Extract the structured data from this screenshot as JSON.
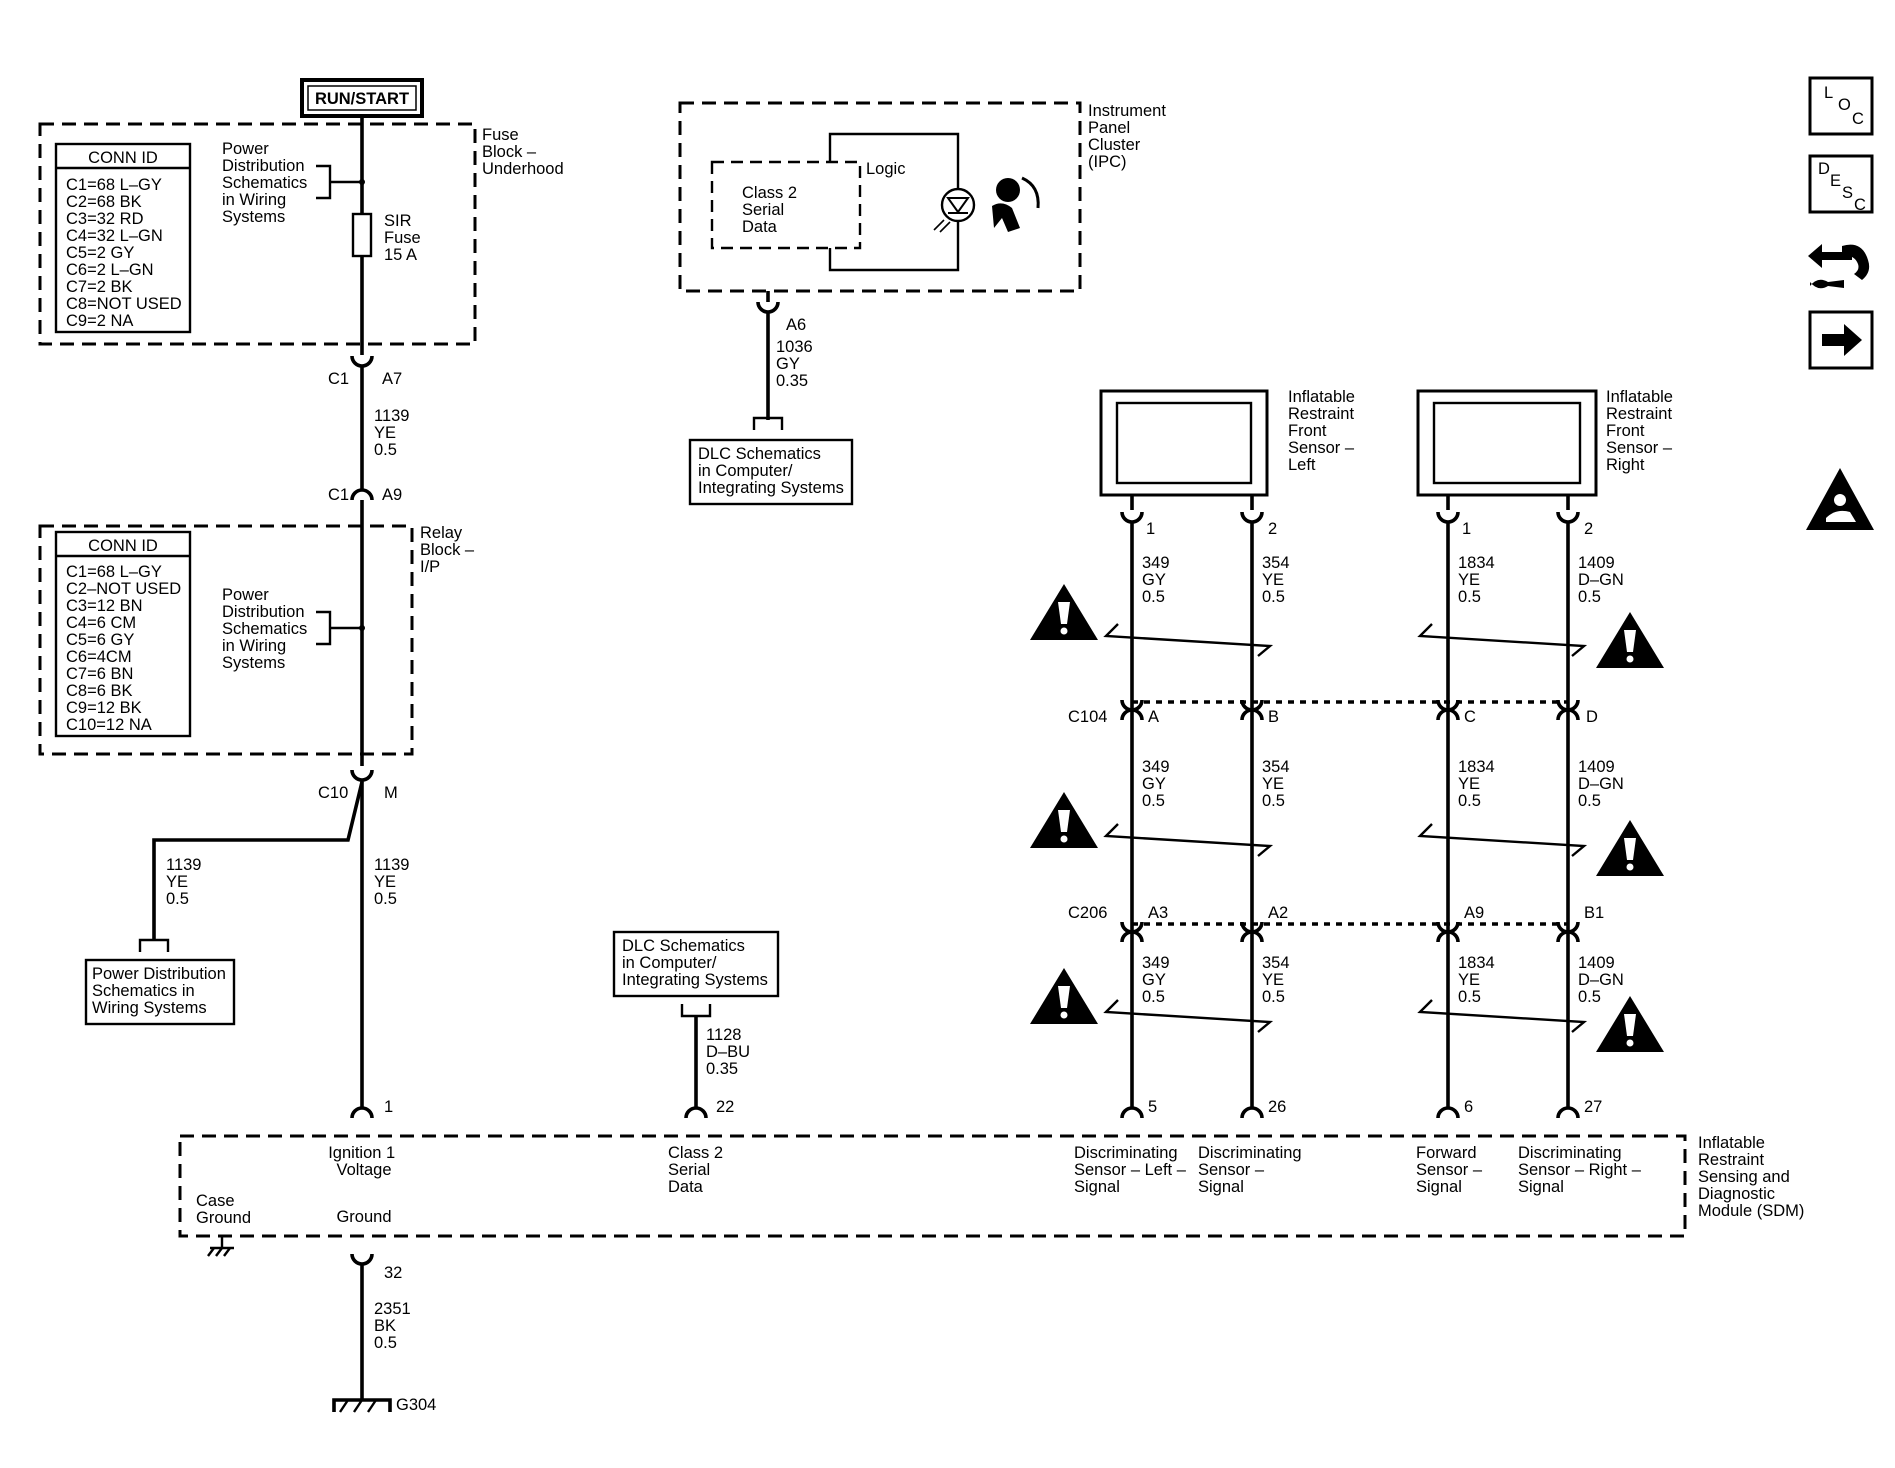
{
  "run_start": "RUN/START",
  "fuse_block": {
    "label": [
      "Fuse",
      "Block –",
      "Underhood"
    ],
    "conn_title": "CONN ID",
    "conn": [
      "C1=68 L–GY",
      "C2=68 BK",
      "C3=32 RD",
      "C4=32 L–GN",
      "C5=2 GY",
      "C6=2 L–GN",
      "C7=2 BK",
      "C8=NOT USED",
      "C9=2 NA"
    ],
    "power": [
      "Power",
      "Distribution",
      "Schematics",
      "in Wiring",
      "Systems"
    ],
    "fuse": [
      "SIR",
      "Fuse",
      "15 A"
    ]
  },
  "relay_block": {
    "label": [
      "Relay",
      "Block –",
      "I/P"
    ],
    "conn_title": "CONN ID",
    "conn": [
      "C1=68 L–GY",
      "C2–NOT USED",
      "C3=12 BN",
      "C4=6 CM",
      "C5=6 GY",
      "C6=4CM",
      "C7=6 BN",
      "C8=6 BK",
      "C9=12 BK",
      "C10=12 NA"
    ],
    "power": [
      "Power",
      "Distribution",
      "Schematics",
      "in Wiring",
      "Systems"
    ]
  },
  "main_wire": {
    "c1_top": {
      "conn": "C1",
      "pin": "A7"
    },
    "seg1": [
      "1139",
      "YE",
      "0.5"
    ],
    "c1_bottom": {
      "conn": "C1",
      "pin": "A9"
    },
    "c10": {
      "conn": "C10",
      "pin": "M"
    },
    "branch": [
      "1139",
      "YE",
      "0.5"
    ],
    "seg2": [
      "1139",
      "YE",
      "0.5"
    ],
    "pin_1": "1",
    "ground_pin": "32",
    "ground_wire": [
      "2351",
      "BK",
      "0.5"
    ],
    "ground_id": "G304"
  },
  "power_dist_box": [
    "Power Distribution",
    "Schematics in",
    "Wiring Systems"
  ],
  "ipc": {
    "label": [
      "Instrument",
      "Panel",
      "Cluster",
      "(IPC)"
    ],
    "logic": "Logic",
    "class2": [
      "Class 2",
      "Serial",
      "Data"
    ],
    "pin": "A6",
    "wire": [
      "1036",
      "GY",
      "0.35"
    ]
  },
  "dlc_top": [
    "DLC Schematics",
    "in Computer/",
    "Integrating Systems"
  ],
  "dlc_bottom": [
    "DLC Schematics",
    "in Computer/",
    "Integrating Systems"
  ],
  "dlc_wire": [
    "1128",
    "D–BU",
    "0.35"
  ],
  "dlc_pin": "22",
  "sensor_left": {
    "label": [
      "Inflatable",
      "Restraint",
      "Front",
      "Sensor –",
      "Left"
    ],
    "pins": [
      "1",
      "2"
    ]
  },
  "sensor_right": {
    "label": [
      "Inflatable",
      "Restraint",
      "Front",
      "Sensor –",
      "Right"
    ],
    "pins": [
      "1",
      "2"
    ]
  },
  "sensor_wires": [
    {
      "num": "349",
      "color": "GY",
      "size": "0.5",
      "c104": "A",
      "c206": "A3",
      "sdm_pin": "5"
    },
    {
      "num": "354",
      "color": "YE",
      "size": "0.5",
      "c104": "B",
      "c206": "A2",
      "sdm_pin": "26"
    },
    {
      "num": "1834",
      "color": "YE",
      "size": "0.5",
      "c104": "C",
      "c206": "A9",
      "sdm_pin": "6"
    },
    {
      "num": "1409",
      "color": "D–GN",
      "size": "0.5",
      "c104": "D",
      "c206": "B1",
      "sdm_pin": "27"
    }
  ],
  "connectors": {
    "c104": "C104",
    "c206": "C206"
  },
  "sdm": {
    "label": [
      "Inflatable",
      "Restraint",
      "Sensing and",
      "Diagnostic",
      "Module (SDM)"
    ],
    "ignition": [
      "Ignition 1",
      "Voltage"
    ],
    "class2": [
      "Class 2",
      "Serial",
      "Data"
    ],
    "disc_left": [
      "Discriminating",
      "Sensor – Left –",
      "Signal"
    ],
    "disc": [
      "Discriminating",
      "Sensor –",
      "Signal"
    ],
    "forward": [
      "Forward",
      "Sensor –",
      "Signal"
    ],
    "disc_right": [
      "Discriminating",
      "Sensor – Right –",
      "Signal"
    ],
    "case_ground": [
      "Case",
      "Ground"
    ],
    "ground": "Ground"
  },
  "side_icons": {
    "loc": [
      "L",
      "O",
      "C"
    ],
    "desc": [
      "D",
      "E",
      "S",
      "C"
    ],
    "icons": [
      "connector-repair-icon",
      "next-arrow-icon",
      "airbag-warning-icon"
    ]
  },
  "colors": {
    "line": "#000000",
    "background": "#ffffff"
  }
}
